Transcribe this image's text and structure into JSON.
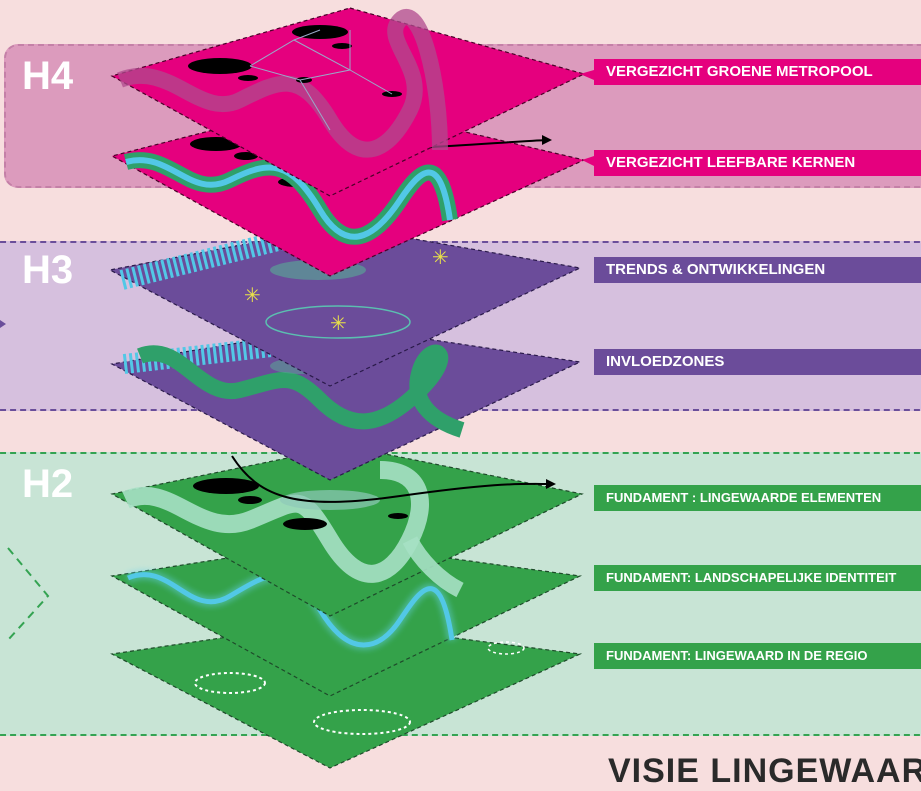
{
  "levels": {
    "h4": "H4",
    "h3": "H3",
    "h2": "H2"
  },
  "layers": [
    {
      "label": "VERGEZICHT GROENE METROPOOL",
      "color": "#e5007e"
    },
    {
      "label": "VERGEZICHT LEEFBARE KERNEN",
      "color": "#e5007e"
    },
    {
      "label": "TRENDS & ONTWIKKELINGEN",
      "color": "#6b4c9a"
    },
    {
      "label": "INVLOEDZONES",
      "color": "#6b4c9a"
    },
    {
      "label": "FUNDAMENT : LINGEWAARDE ELEMENTEN",
      "color": "#34a24a"
    },
    {
      "label": "FUNDAMENT: LANDSCHAPELIJKE IDENTITEIT",
      "color": "#34a24a"
    },
    {
      "label": "FUNDAMENT: LINGEWAARD IN DE REGIO",
      "color": "#34a24a"
    }
  ],
  "bottom_title": "VISIE LINGEWAARD"
}
